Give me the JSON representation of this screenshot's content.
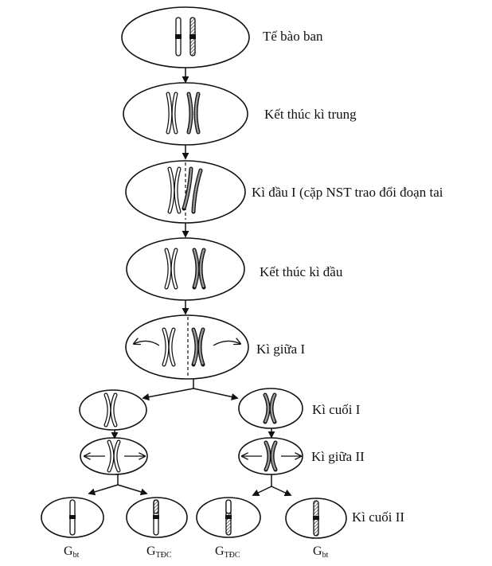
{
  "stages": {
    "te_bao_ban": "Tế bào ban",
    "ket_thuc_ki_trung": "Kết thúc kì trung",
    "ki_dau_I": "Kì đầu I (cặp NST trao đổi đoạn tai",
    "ket_thuc_ki_dau": "Kết thúc kì đầu",
    "ki_giua_I": "Kì giữa  I",
    "ki_cuoi_I": "Kì cuối  I",
    "ki_giua_II": "Kì giữa II",
    "ki_cuoi_II": "Kì cuối  II"
  },
  "gametes": [
    {
      "main": "G",
      "sub": "bt"
    },
    {
      "main": "G",
      "sub": "TĐC"
    },
    {
      "main": "G",
      "sub": "TĐC"
    },
    {
      "main": "G",
      "sub": "bt"
    }
  ],
  "colors": {
    "line": "#111111",
    "background": "#ffffff"
  }
}
